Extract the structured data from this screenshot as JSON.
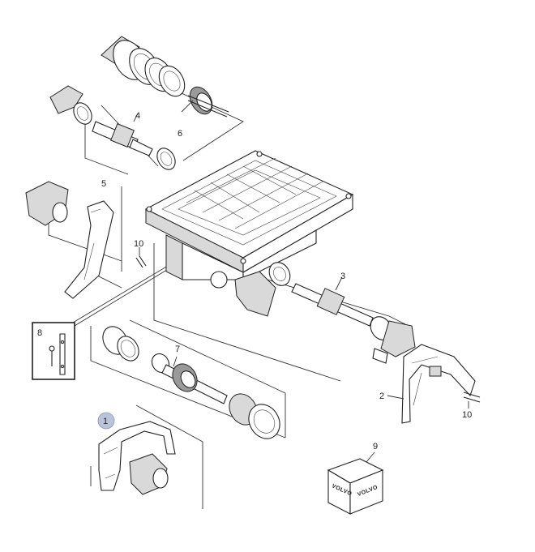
{
  "callouts": {
    "c1": "1",
    "c2": "2",
    "c3": "3",
    "c4": "4",
    "c5": "5",
    "c6": "6",
    "c7": "7",
    "c8": "8",
    "c9": "9",
    "c10a": "10",
    "c10b": "10"
  },
  "box_logo": {
    "left": "VOLVO",
    "right": "VOLVO"
  },
  "colors": {
    "callout_highlight": "#b9c3d9",
    "line": "#333333",
    "shade": "#d9d9d9"
  }
}
